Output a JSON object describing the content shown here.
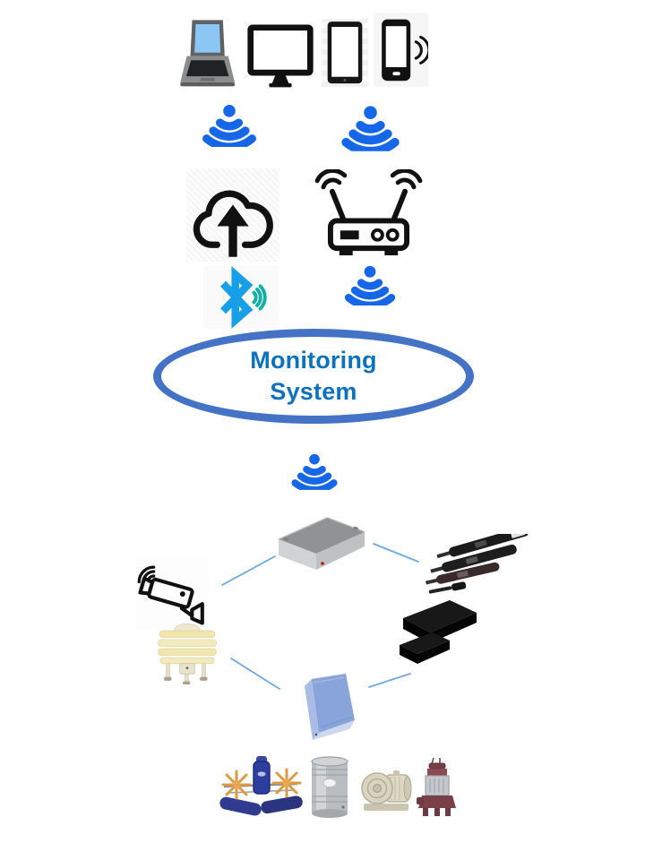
{
  "diagram": {
    "type": "iot-monitoring-architecture",
    "title_line1": "Monitoring",
    "title_line2": "System",
    "palette": {
      "wifi_blue": "#1667E8",
      "bluetooth_blue": "#17A0E8",
      "bluetooth_wave_teal": "#12AFA3",
      "ellipse_border_blue": "#4472C4",
      "title_text_blue": "#0B72BE",
      "connector_line_blue": "#6FA8DC",
      "laptop_screen_blue": "#8CC6F5",
      "enclosure_gray": "#C2C5C6",
      "enclosure_blue": "#8AA5D8",
      "aerator_navy": "#2E3A8C",
      "paddle_orange": "#DD9A44",
      "pump_maroon": "#7A4048",
      "sensor_cream": "#F1E6AE"
    },
    "client_devices": [
      {
        "icon": "laptop-icon"
      },
      {
        "icon": "desktop-monitor-icon"
      },
      {
        "icon": "tablet-icon"
      },
      {
        "icon": "smartphone-signal-icon"
      }
    ],
    "network_layer": [
      {
        "icon": "wifi-signal-icon",
        "position": "upper-left"
      },
      {
        "icon": "wifi-signal-icon",
        "position": "upper-right"
      },
      {
        "icon": "cloud-upload-icon"
      },
      {
        "icon": "wireless-router-icon"
      },
      {
        "icon": "bluetooth-signal-icon"
      },
      {
        "icon": "wifi-signal-icon",
        "position": "below-router"
      },
      {
        "icon": "wifi-signal-icon",
        "position": "below-monitoring-system"
      }
    ],
    "field_devices": [
      {
        "icon": "gateway-logger-box"
      },
      {
        "icon": "cctv-camera-icon"
      },
      {
        "icon": "weather-sensor"
      },
      {
        "icon": "water-quality-probes"
      },
      {
        "icon": "relay-module-boxes"
      },
      {
        "icon": "control-enclosure-box"
      }
    ],
    "equipment": [
      {
        "icon": "paddlewheel-aerator"
      },
      {
        "icon": "storage-tank"
      },
      {
        "icon": "air-blower"
      },
      {
        "icon": "submersible-pump"
      }
    ],
    "connections": [
      {
        "from": "cctv-camera-icon",
        "to": "gateway-logger-box"
      },
      {
        "from": "gateway-logger-box",
        "to": "water-quality-probes"
      },
      {
        "from": "weather-sensor",
        "to": "control-enclosure-box"
      },
      {
        "from": "control-enclosure-box",
        "to": "relay-module-boxes"
      }
    ]
  }
}
